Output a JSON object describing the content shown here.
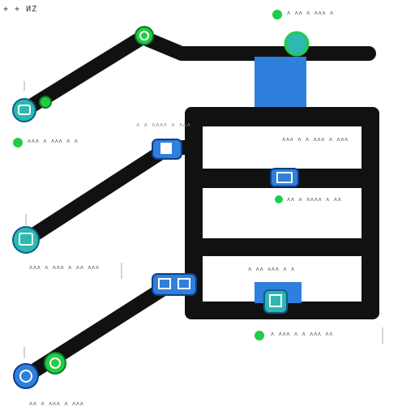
{
  "corner_text": "+ + ИZ",
  "labels": {
    "top_right": "ʌ ʌʌ ʌ ʌʌʌ ʌ",
    "mid_left": "ʌ ʌ ʌʌʌʌ ʌ ʌʌʌ",
    "left_green": "ʌʌʌ ʌ ʌʌʌ ʌ ʌ",
    "panel_top": "ʌʌʌ ʌ ʌ ʌʌʌ ʌ ʌʌʌ",
    "panel_mid": "ʌʌ ʌ ʌʌʌʌ ʌ ʌʌ",
    "lower_left": "ʌʌʌ ʌ ʌʌʌ ʌ ʌʌ ʌʌʌ",
    "panel_bottom": "ʌ ʌʌ ʌʌʌ ʌ ʌ",
    "bottom_right": "ʌ ʌʌʌ ʌ ʌ ʌʌʌ ʌʌ",
    "bottom_left": "ʌʌ ʌ ʌʌʌ ʌ ʌʌʌ"
  },
  "colors": {
    "line": "#111111",
    "blue": "#2f7fdc",
    "teal": "#2db8b0",
    "green": "#22cc44",
    "panel_bg": "#ffffff"
  },
  "icons": [
    "router-icon",
    "node-icon",
    "server-icon",
    "link-icon",
    "hub-icon",
    "monitor-icon"
  ]
}
